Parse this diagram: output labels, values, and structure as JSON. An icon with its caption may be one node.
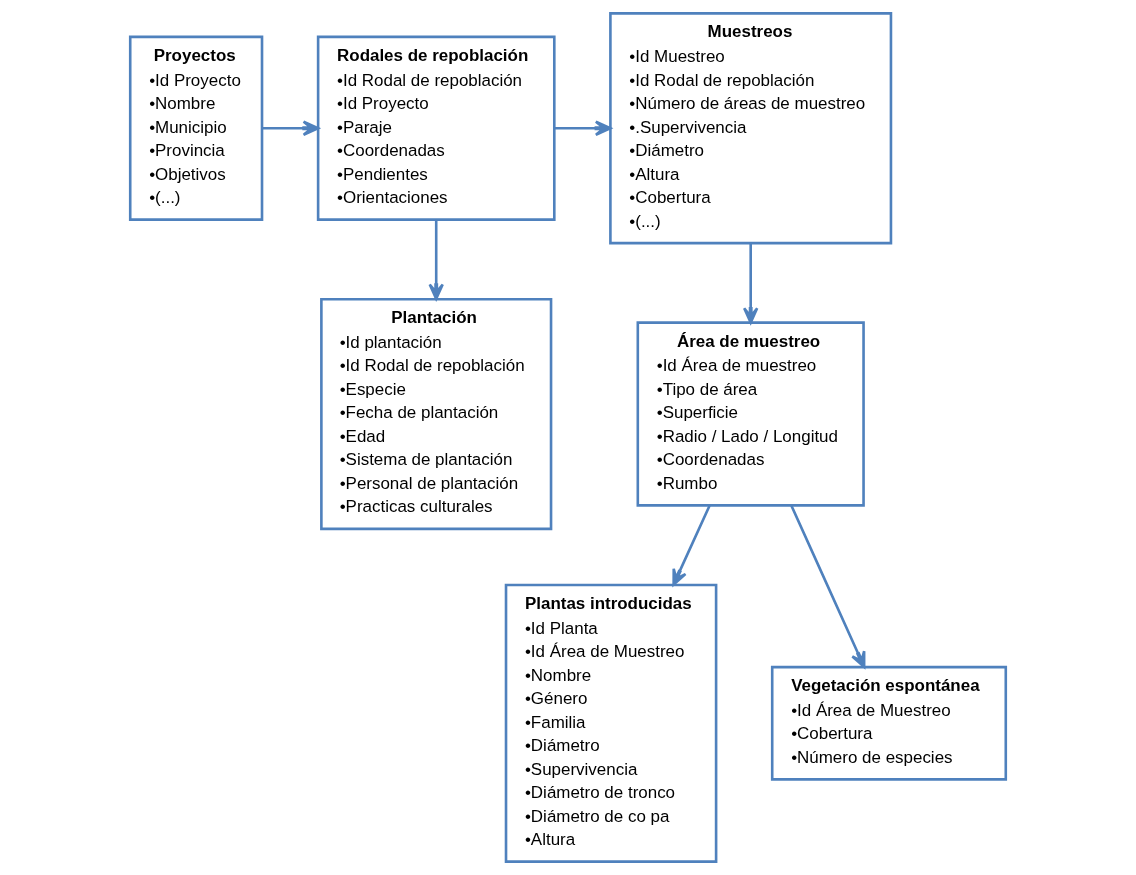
{
  "diagram": {
    "nodes": [
      {
        "text": [
          "Proyectos",
          "•Id Proyecto",
          "•Nombre",
          "•Municipio",
          "•Provincia",
          "•Objetivos",
          "•(...)"
        ]
      },
      {
        "text": [
          "Rodales de repoblación",
          "•Id Rodal de repoblación",
          "•Id Proyecto",
          "•Paraje",
          "•Coordenadas",
          "•Pendientes",
          "•Orientaciones"
        ]
      },
      {
        "text": [
          "Muestreos",
          "•Id Muestreo",
          "•Id Rodal de repoblación",
          "•Número de áreas de muestreo",
          "•.Supervivencia",
          "•Diámetro",
          "•Altura",
          "•Cobertura",
          "•(...)"
        ]
      },
      {
        "text": [
          "Plantación",
          "•Id plantación",
          "•Id Rodal de repoblación",
          "•Especie",
          "•Fecha de plantación",
          "•Edad",
          "•Sistema de plantación",
          "•Personal de plantación",
          "•Practicas culturales"
        ]
      },
      {
        "text": [
          "Área de muestreo",
          "•Id Área de muestreo",
          "•Tipo de área",
          "•Superficie",
          "•Radio / Lado / Longitud",
          "•Coordenadas",
          "•Rumbo"
        ]
      },
      {
        "text": [
          "Plantas introducidas",
          "•Id Planta",
          "•Id Área de Muestreo",
          "•Nombre",
          "•Género",
          "•Familia",
          "•Diámetro",
          "•Supervivencia",
          "•Diámetro de tronco",
          "•Diámetro de co pa",
          "•Altura"
        ]
      },
      {
        "text": [
          "Vegetación espontánea",
          "•Id Área de Muestreo",
          "•Cobertura",
          "•Número de especies"
        ]
      }
    ],
    "edges": [
      {
        "from": 0,
        "to": 1,
        "arrow": "to"
      },
      {
        "from": 1,
        "to": 2,
        "arrow": "to"
      },
      {
        "from": 1,
        "to": 3,
        "arrow": "to"
      },
      {
        "from": 2,
        "to": 4,
        "arrow": "to"
      },
      {
        "from": 4,
        "to": 5,
        "arrow": "to"
      },
      {
        "from": 4,
        "to": 6,
        "arrow": "to"
      }
    ]
  }
}
